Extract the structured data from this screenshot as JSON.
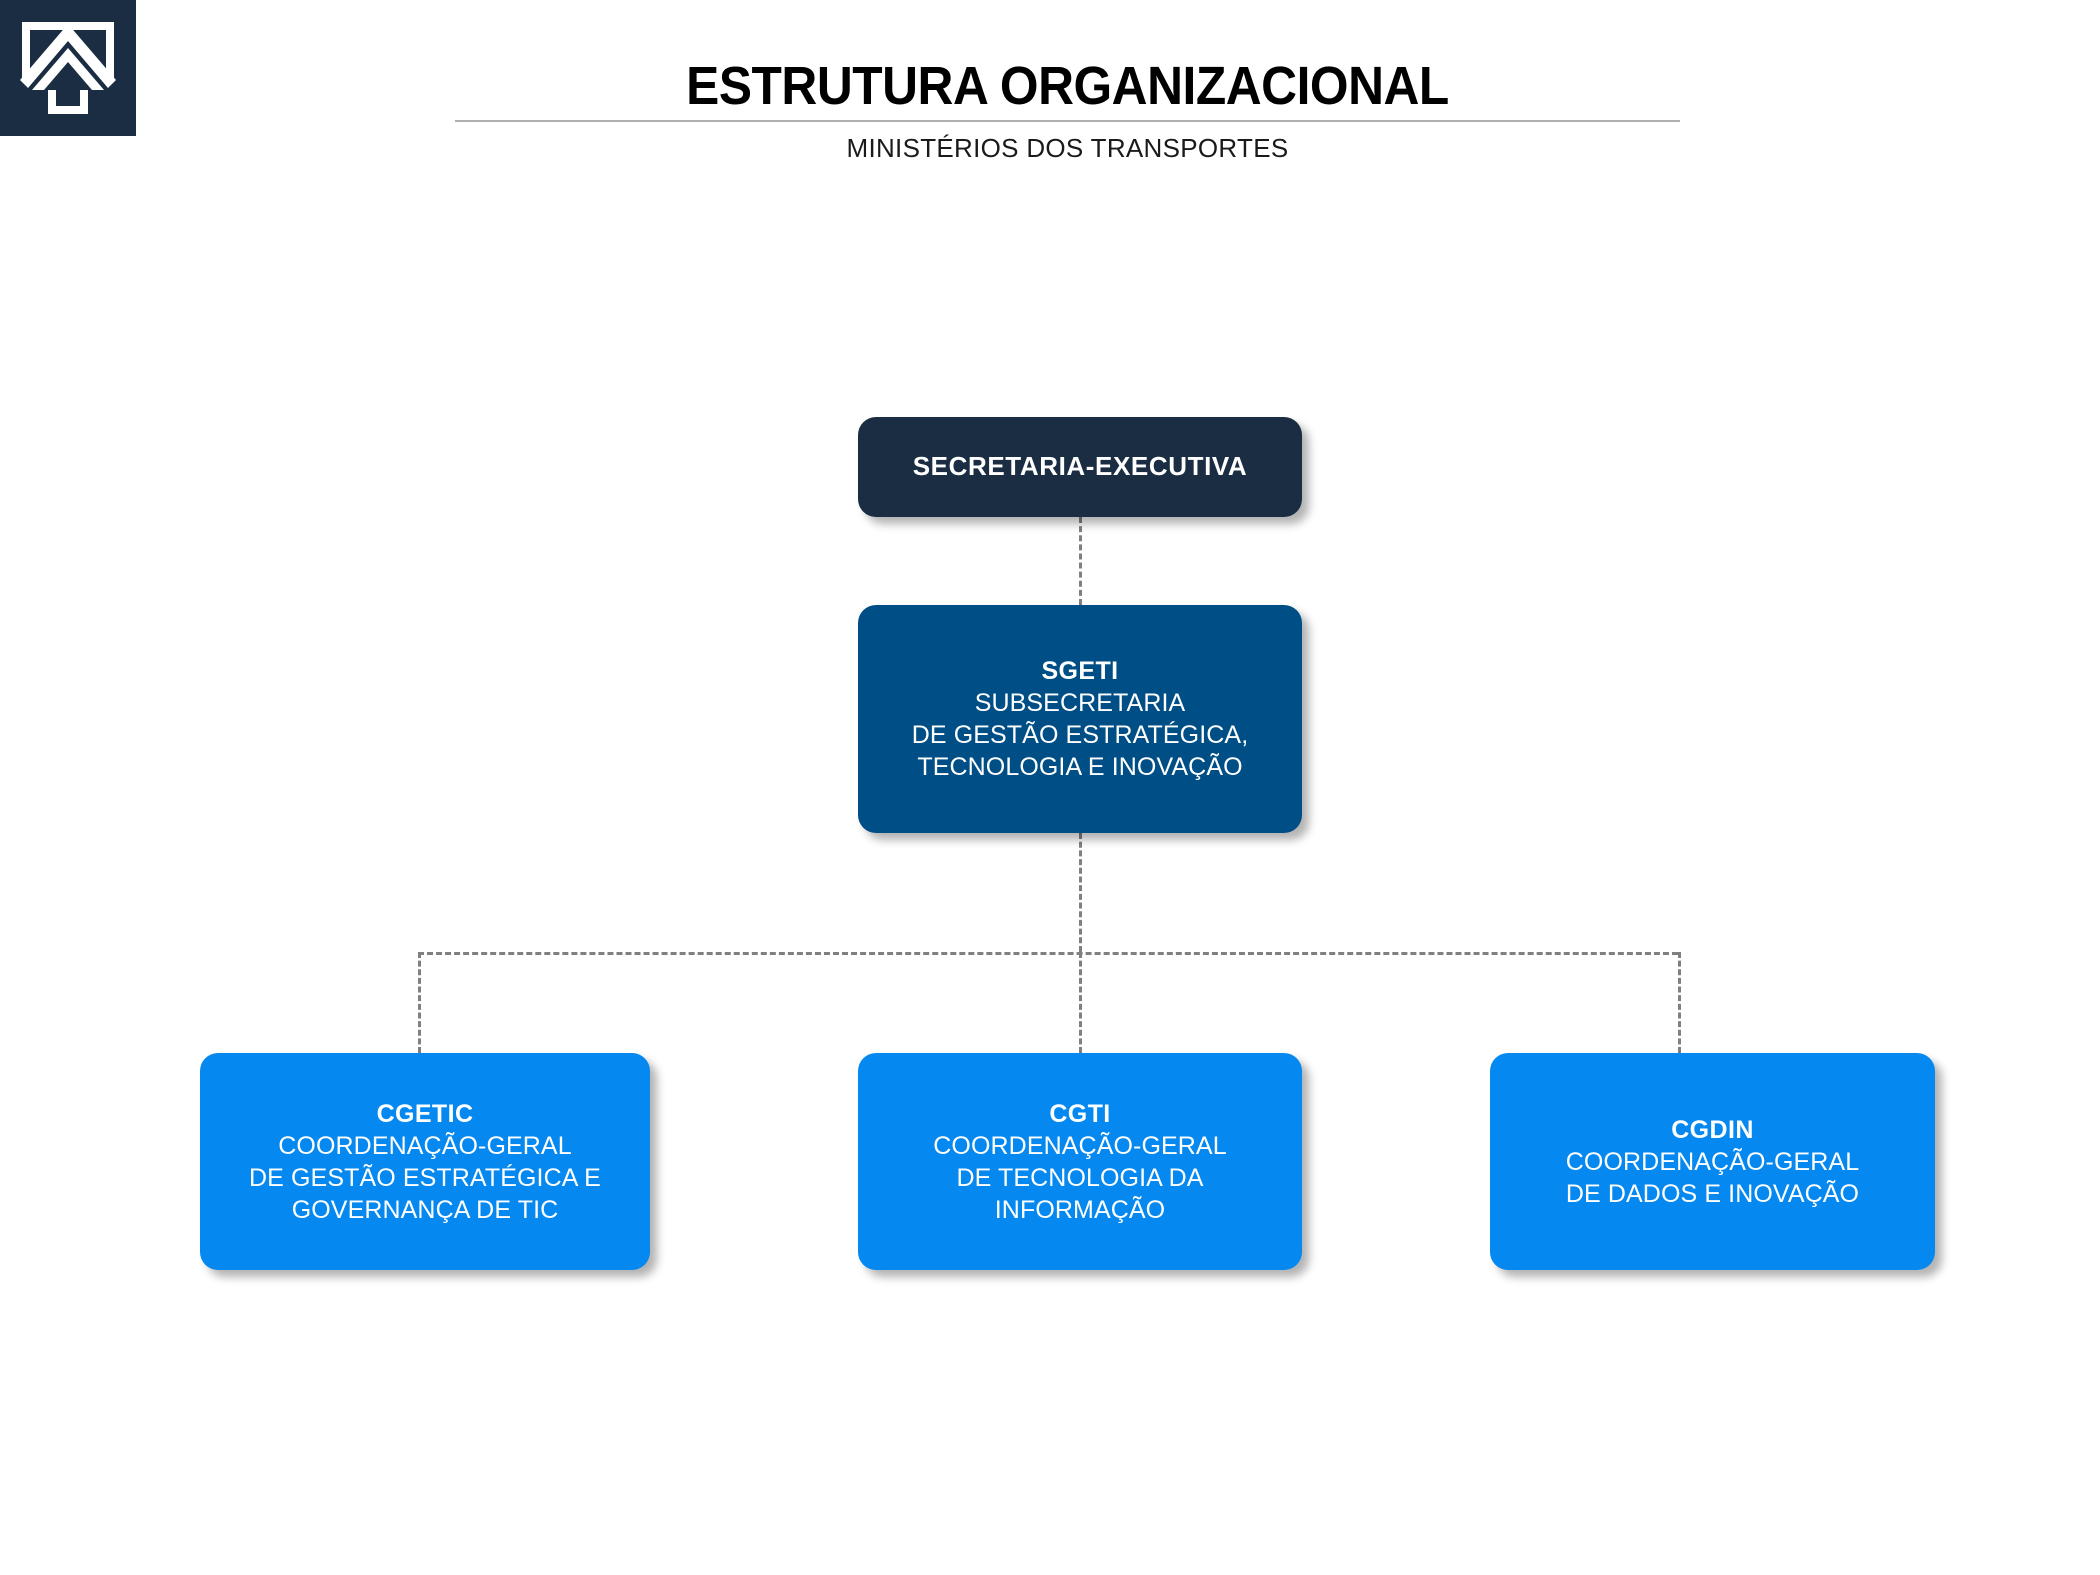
{
  "header": {
    "title": "ESTRUTURA ORGANIZACIONAL",
    "subtitle": "MINISTÉRIOS DOS TRANSPORTES",
    "logo_icon": "ministry-arrow-house-icon"
  },
  "colors": {
    "background": "#ffffff",
    "logo_tile": "#1a2d42",
    "root_node": "#1a2d42",
    "mid_node": "#004e86",
    "leaf_node": "#0588f0",
    "connector": "#808080",
    "rule": "#b0b0b0",
    "node_text": "#ffffff",
    "title_text": "#000000"
  },
  "chart": {
    "type": "org-chart",
    "root": {
      "code": "SECRETARIA-EXECUTIVA",
      "description_lines": []
    },
    "mid": {
      "code": "SGETI",
      "description_lines": [
        "SUBSECRETARIA",
        "DE GESTÃO ESTRATÉGICA,",
        "TECNOLOGIA E INOVAÇÃO"
      ]
    },
    "leaves": [
      {
        "code": "CGETIC",
        "description_lines": [
          "COORDENAÇÃO-GERAL",
          "DE GESTÃO ESTRATÉGICA E",
          "GOVERNANÇA DE TIC"
        ]
      },
      {
        "code": "CGTI",
        "description_lines": [
          "COORDENAÇÃO-GERAL",
          "DE TECNOLOGIA DA",
          "INFORMAÇÃO"
        ]
      },
      {
        "code": "CGDIN",
        "description_lines": [
          "COORDENAÇÃO-GERAL",
          "DE DADOS E INOVAÇÃO"
        ]
      }
    ]
  }
}
